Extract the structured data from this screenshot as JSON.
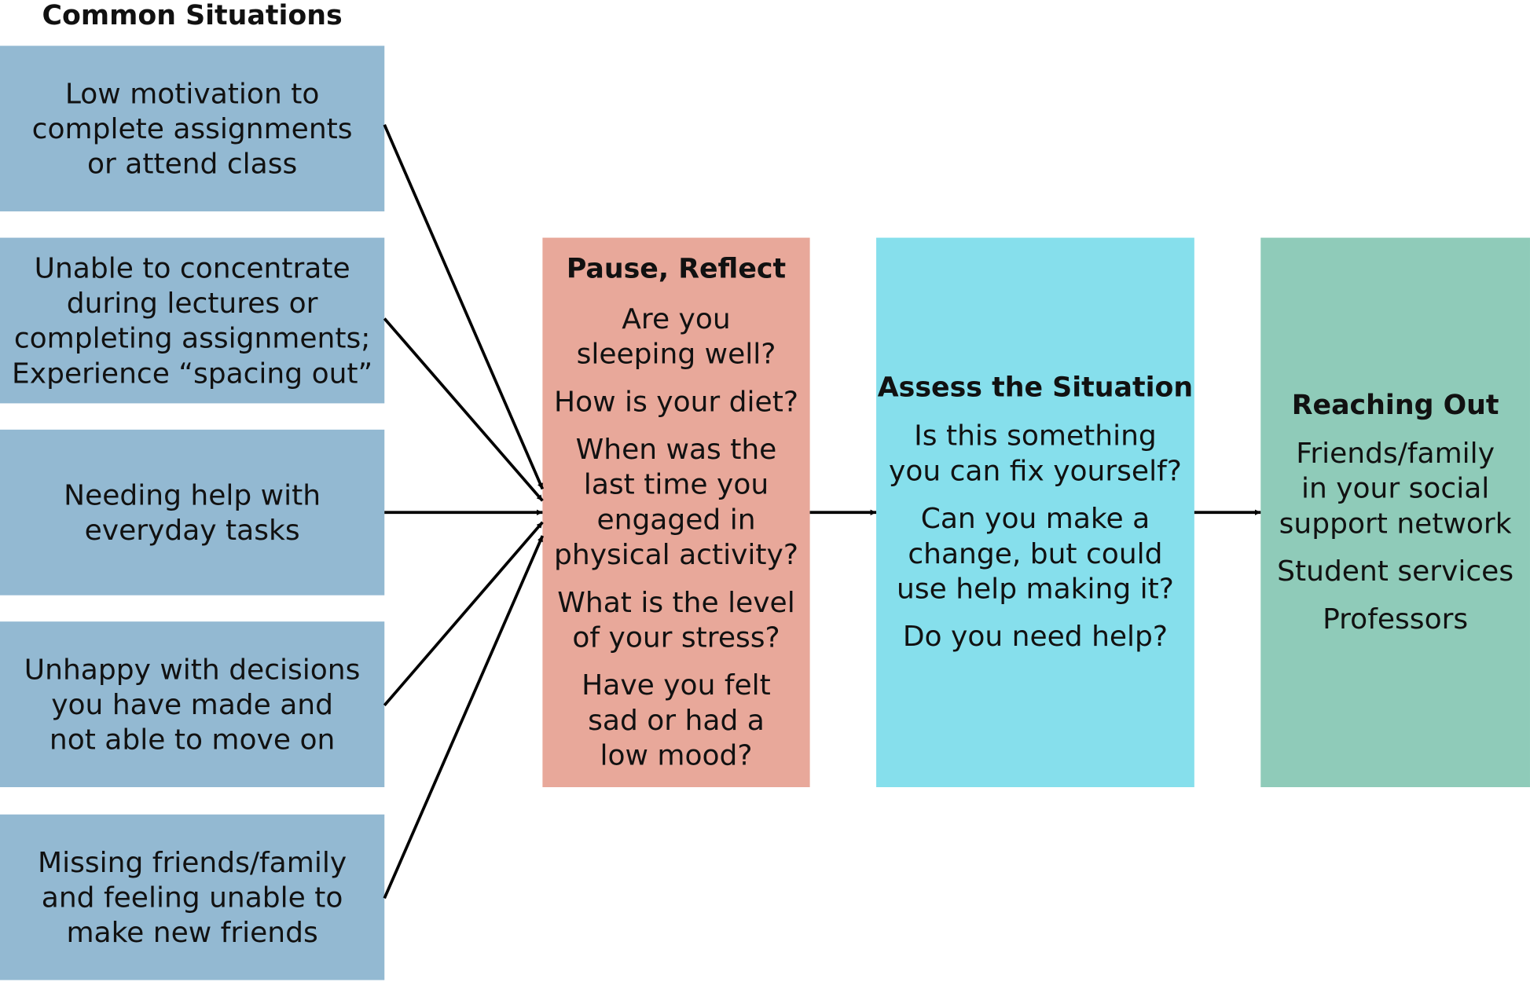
{
  "diagram": {
    "title": "Common Situations",
    "situations": [
      {
        "text": "Low motivation to\ncomplete assignments\nor attend class"
      },
      {
        "text": "Unable to concentrate\nduring lectures or\ncompleting assignments;\nExperience “spacing out”"
      },
      {
        "text": "Needing help with\neveryday tasks"
      },
      {
        "text": "Unhappy with decisions\nyou have made and\nnot able to move on"
      },
      {
        "text": "Missing friends/family\nand feeling unable to\nmake new friends"
      }
    ],
    "pause": {
      "heading": "Pause, Reflect",
      "items": [
        "Are you\nsleeping well?",
        "How is your diet?",
        "When was the\nlast time you\nengaged in\nphysical activity?",
        "What is the level\nof your stress?",
        "Have you felt\nsad or had a\nlow mood?"
      ]
    },
    "assess": {
      "heading": "Assess the Situation",
      "items": [
        "Is this something\nyou can fix yourself?",
        "Can you make a\nchange, but could\nuse help making it?",
        "Do you need help?"
      ]
    },
    "reach": {
      "heading": "Reaching Out",
      "items": [
        "Friends/family\nin your social\nsupport network",
        "Student services",
        "Professors"
      ]
    },
    "colors": {
      "situation_box": "#93b9d2",
      "pause_box": "#e8a89a",
      "assess_box": "#86dfec",
      "reach_box": "#8fcbb9",
      "arrow": "#000000"
    }
  }
}
